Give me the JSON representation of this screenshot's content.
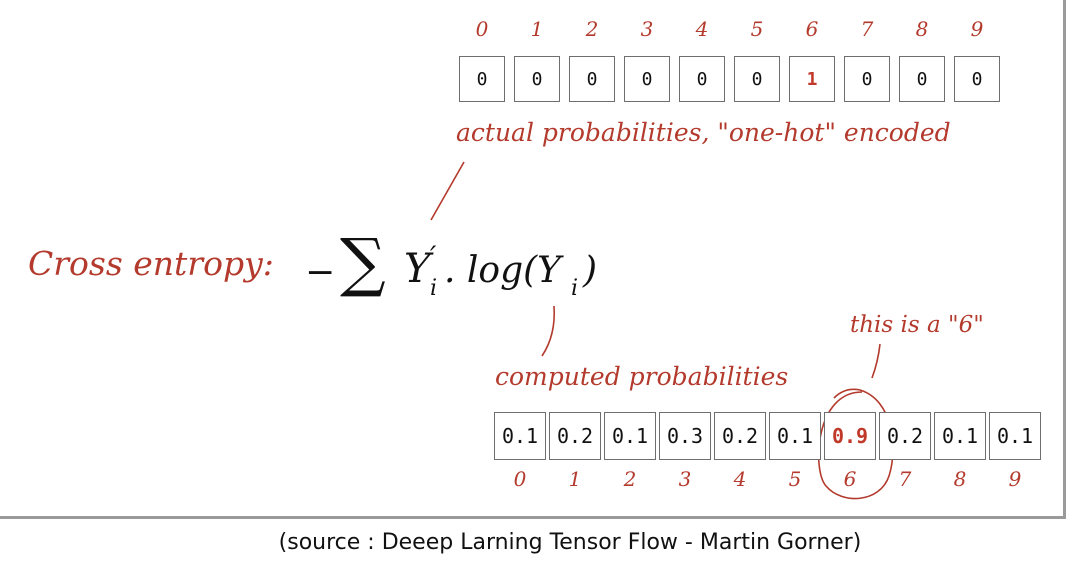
{
  "diagram": {
    "top_indices": [
      "0",
      "1",
      "2",
      "3",
      "4",
      "5",
      "6",
      "7",
      "8",
      "9"
    ],
    "actual_values": [
      "0",
      "0",
      "0",
      "0",
      "0",
      "0",
      "1",
      "0",
      "0",
      "0"
    ],
    "actual_highlight_index": 6,
    "actual_label": "actual probabilities, \"one-hot\" encoded",
    "cross_entropy_label": "Cross entropy:",
    "formula": {
      "minus": "−",
      "sigma": "∑",
      "Y": "Y",
      "prime": "′",
      "sub_i": "i",
      "dot_log": ". log(Y",
      "close": ")"
    },
    "computed_label": "computed probabilities",
    "this_is_label": "this is a \"6\"",
    "computed_values": [
      "0.1",
      "0.2",
      "0.1",
      "0.3",
      "0.2",
      "0.1",
      "0.9",
      "0.2",
      "0.1",
      "0.1"
    ],
    "computed_highlight_index": 6,
    "bottom_indices": [
      "0",
      "1",
      "2",
      "3",
      "4",
      "5",
      "6",
      "7",
      "8",
      "9"
    ],
    "accent_color": "#b33a2c"
  },
  "caption": "(source : Deeep Larning Tensor Flow - Martin Gorner)"
}
